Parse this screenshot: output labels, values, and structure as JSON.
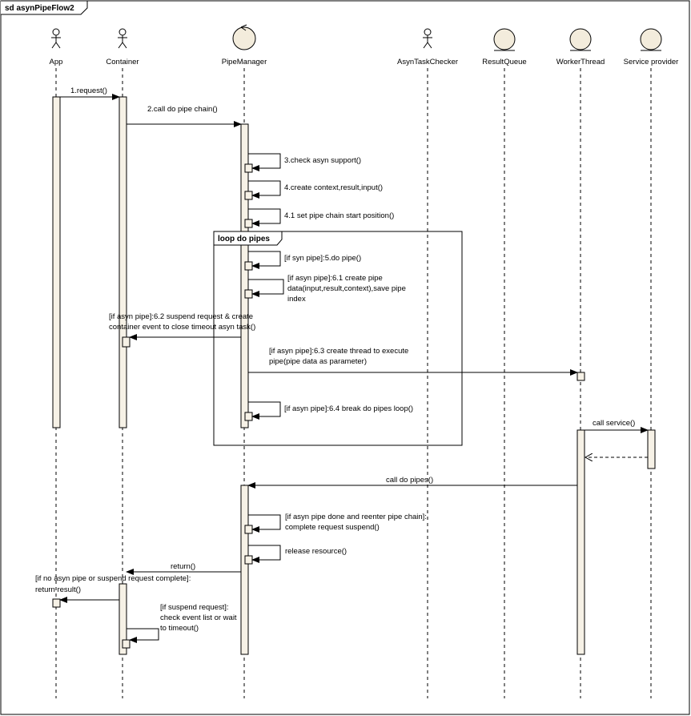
{
  "diagram": {
    "frame_label": "sd asynPipeFlow2",
    "lifelines": [
      {
        "id": "app",
        "name": "App",
        "kind": "actor-icon"
      },
      {
        "id": "container",
        "name": "Container",
        "kind": "actor-icon"
      },
      {
        "id": "pipemanager",
        "name": "PipeManager",
        "kind": "control-icon"
      },
      {
        "id": "asyn",
        "name": "AsynTaskChecker",
        "kind": "actor-icon"
      },
      {
        "id": "resultqueue",
        "name": "ResultQueue",
        "kind": "entity-icon"
      },
      {
        "id": "worker",
        "name": "WorkerThread",
        "kind": "entity-icon"
      },
      {
        "id": "service",
        "name": "Service provider",
        "kind": "entity-icon"
      }
    ],
    "loop_label": "loop do pipes",
    "messages": {
      "m1": [
        "1.request()"
      ],
      "m2": [
        "2.call do pipe chain()"
      ],
      "m3": [
        "3.check asyn support()"
      ],
      "m4": [
        "4.create context,result,input()"
      ],
      "m41": [
        "4.1 set pipe chain start position()"
      ],
      "m5": [
        "[if syn pipe]:5.do pipe()"
      ],
      "m61": [
        "[if asyn pipe]:6.1 create pipe",
        "data(input,result,context),save pipe",
        "index"
      ],
      "m62": [
        "[if asyn pipe]:6.2 suspend request & create",
        "container event to close timeout asyn task()"
      ],
      "m63": [
        "[if asyn pipe]:6.3 create thread to execute",
        "pipe(pipe data as parameter)"
      ],
      "m64": [
        "[if asyn pipe]:6.4 break do pipes loop()"
      ],
      "call_service": [
        "call service()"
      ],
      "call_do_pipes": [
        "call do pipes()"
      ],
      "complete": [
        "[if asyn pipe done and reenter pipe chain]:",
        "complete request suspend()"
      ],
      "release": [
        "release resource()"
      ],
      "return": [
        "return()"
      ],
      "return_result": [
        "[if no asyn pipe or suspend request complete]:",
        "return result()"
      ],
      "suspend_check": [
        "[if suspend request]:",
        "check event list or wait",
        "to timeout()"
      ]
    }
  }
}
